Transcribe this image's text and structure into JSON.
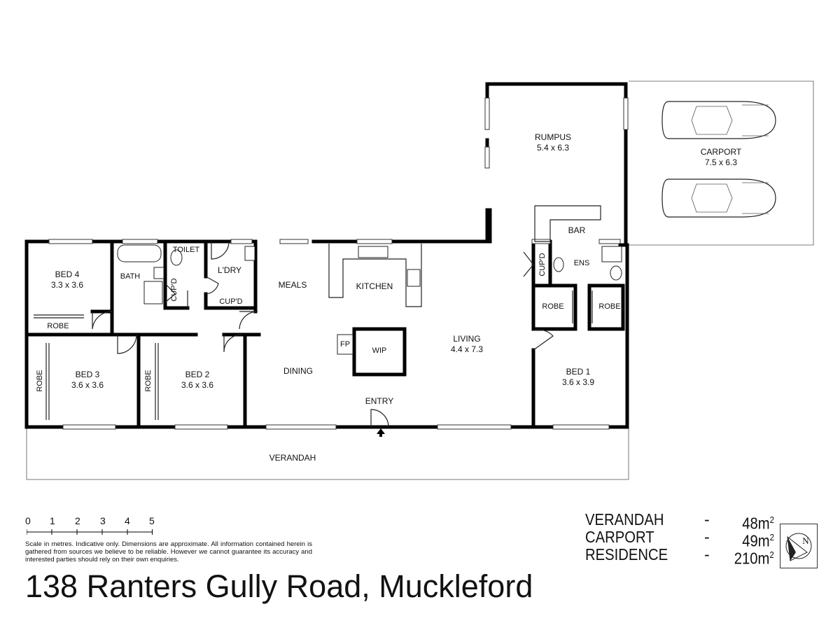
{
  "rooms": {
    "rumpus": {
      "name": "RUMPUS",
      "dim": "5.4 x 6.3"
    },
    "carport": {
      "name": "CARPORT",
      "dim": "7.5 x 6.3"
    },
    "bar": "BAR",
    "bed4": {
      "name": "BED 4",
      "dim": "3.3 x 3.6"
    },
    "bath": "BATH",
    "toilet": "TOILET",
    "cupd_vertical": "CUP'D",
    "ldry": "L'DRY",
    "cupd_ldry": "CUP'D",
    "meals": "MEALS",
    "kitchen": "KITCHEN",
    "cupd_ens": "CUP'D",
    "ens": "ENS",
    "robe_bed1_left": "ROBE",
    "robe_bed1_right": "ROBE",
    "robe_bed4": "ROBE",
    "fp": "FP",
    "wip": "WIP",
    "living": {
      "name": "LIVING",
      "dim": "4.4 x 7.3"
    },
    "bed3": {
      "name": "BED 3",
      "dim": "3.6 x 3.6"
    },
    "robe_bed3": "ROBE",
    "bed2": {
      "name": "BED 2",
      "dim": "3.6 x 3.6"
    },
    "robe_bed2": "ROBE",
    "dining": "DINING",
    "bed1": {
      "name": "BED 1",
      "dim": "3.6 x 3.9"
    },
    "entry": "ENTRY",
    "verandah": "VERANDAH"
  },
  "scale": {
    "ticks": [
      "0",
      "1",
      "2",
      "3",
      "4",
      "5"
    ],
    "disclaimer": "Scale in metres. Indicative only. Dimensions are approximate. All information contained herein is gathered from sources we believe to be reliable. However we cannot guarantee its accuracy and interested parties should rely on their own enquiries."
  },
  "areas": [
    {
      "label": "VERANDAH",
      "dash": "-",
      "value": "48m",
      "unit_sup": "2"
    },
    {
      "label": "CARPORT",
      "dash": "-",
      "value": "49m",
      "unit_sup": "2"
    },
    {
      "label": "RESIDENCE",
      "dash": "-",
      "value": "210m",
      "unit_sup": "2"
    }
  ],
  "compass": {
    "letter": "N",
    "icon": "north-arrow-icon"
  },
  "address": "138 Ranters Gully Road, Muckleford",
  "colors": {
    "wall": "#000000",
    "line": "#222222",
    "background": "#ffffff"
  }
}
